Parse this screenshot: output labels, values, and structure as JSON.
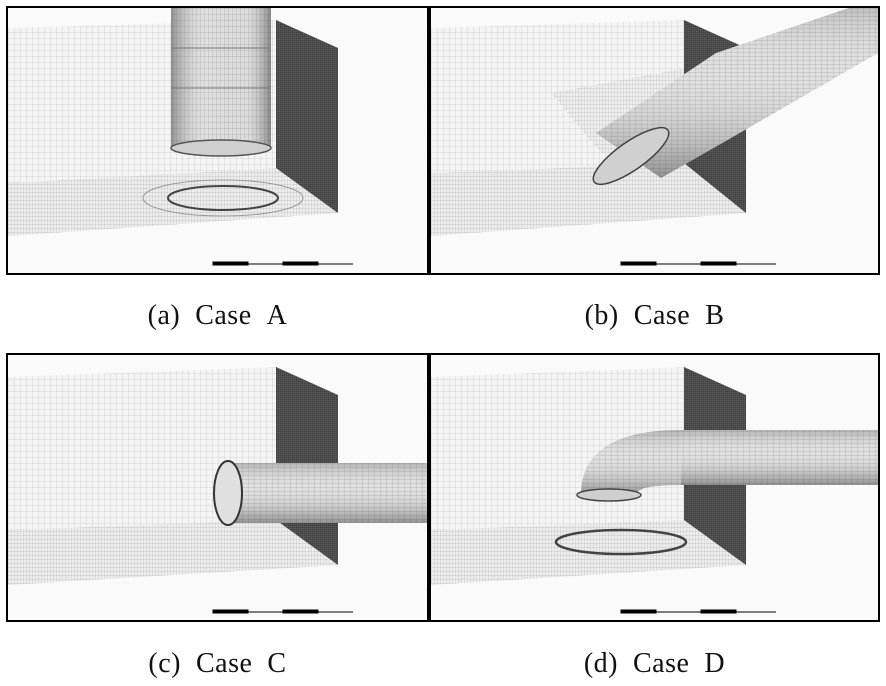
{
  "figure": {
    "panels": [
      {
        "id": "a",
        "label": "(a)",
        "case_word": "Case",
        "case_letter": "A"
      },
      {
        "id": "b",
        "label": "(b)",
        "case_word": "Case",
        "case_letter": "B"
      },
      {
        "id": "c",
        "label": "(c)",
        "case_word": "Case",
        "case_letter": "C"
      },
      {
        "id": "d",
        "label": "(d)",
        "case_word": "Case",
        "case_letter": "D"
      }
    ]
  },
  "colors": {
    "border": "#000000",
    "mesh_light": "#d9d9d9",
    "mesh_mid": "#9a9a9a",
    "mesh_dark": "#333333"
  }
}
